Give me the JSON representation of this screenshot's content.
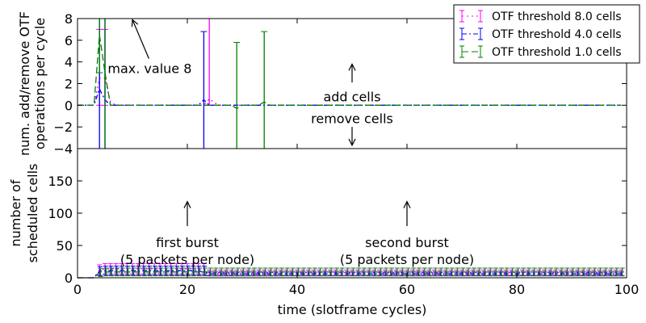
{
  "chart_data": [
    {
      "type": "line",
      "panel": "top",
      "ylabel_lines": [
        "num. add/remove OTF",
        "operations per cycle"
      ],
      "xlim": [
        0,
        100
      ],
      "ylim": [
        -4,
        8
      ],
      "yticks": [
        -4,
        -2,
        0,
        2,
        4,
        6,
        8
      ],
      "yticks_labels": [
        "−4",
        "−2",
        "0",
        "2",
        "4",
        "6",
        "8"
      ],
      "legend_position": "top-right",
      "series": [
        {
          "name": "OTF threshold 8.0 cells",
          "color": "#ff00ff",
          "x": [
            0,
            3,
            4,
            5,
            6,
            7,
            10,
            20,
            23,
            24,
            25,
            26,
            30,
            40,
            50,
            60,
            70,
            80,
            90,
            99
          ],
          "y": [
            0,
            0,
            2.5,
            2.5,
            0.3,
            0,
            0,
            0,
            0,
            0.6,
            0.2,
            0,
            0,
            0,
            0,
            0,
            0,
            0,
            0,
            0
          ],
          "err_low": [
            0,
            0,
            2.5,
            2.5,
            0,
            0,
            0,
            0,
            0,
            0.6,
            0,
            0,
            0,
            0,
            0,
            0,
            0,
            0,
            0,
            0
          ],
          "err_high": [
            0,
            0,
            4.5,
            4.5,
            0,
            0,
            0,
            0,
            0,
            7.4,
            0,
            0,
            0,
            0,
            0,
            0,
            0,
            0,
            0,
            0
          ]
        },
        {
          "name": "OTF threshold 4.0 cells",
          "color": "#0000ff",
          "x": [
            0,
            3,
            4,
            5,
            6,
            7,
            10,
            20,
            22,
            23,
            24,
            25,
            30,
            40,
            50,
            60,
            70,
            80,
            90,
            99
          ],
          "y": [
            0,
            0,
            1.5,
            0.5,
            0,
            0,
            0,
            0,
            0,
            0.5,
            0,
            0,
            0,
            0,
            0,
            0,
            0,
            0,
            0,
            0
          ],
          "err_low": [
            0,
            0,
            5.5,
            4.5,
            0,
            0,
            0,
            0,
            0,
            4.5,
            0,
            0,
            0,
            0,
            0,
            0,
            0,
            0,
            0,
            0
          ],
          "err_high": [
            0,
            0,
            6.5,
            7.5,
            0,
            0,
            0,
            0,
            0,
            6.3,
            0,
            0,
            0,
            0,
            0,
            0,
            0,
            0,
            0,
            0
          ]
        },
        {
          "name": "OTF threshold 1.0 cells",
          "color": "#008000",
          "x": [
            0,
            3,
            4,
            5,
            6,
            10,
            20,
            24,
            28,
            29,
            30,
            33,
            34,
            35,
            40,
            50,
            60,
            70,
            80,
            90,
            99
          ],
          "y": [
            0,
            0,
            6.5,
            3.0,
            0,
            0,
            0,
            0,
            0,
            -0.3,
            0,
            0,
            0.3,
            0,
            0,
            0,
            0,
            0,
            0,
            0,
            0
          ],
          "err_low": [
            0,
            0,
            3.5,
            7.0,
            0,
            0,
            0,
            0,
            0,
            3.7,
            0,
            0,
            4.3,
            0,
            0,
            0,
            0,
            0,
            0,
            0,
            0
          ],
          "err_high": [
            0,
            0,
            1.5,
            5.0,
            0,
            0,
            0,
            0,
            0,
            6.1,
            0,
            0,
            6.5,
            0,
            0,
            0,
            0,
            0,
            0,
            0,
            0
          ]
        }
      ],
      "annotations": [
        {
          "text": "max. value 8",
          "x": 5.5,
          "y": 3.4,
          "arrow_to_x": 10,
          "arrow_to_y": 7.9
        },
        {
          "text": "add cells",
          "x": 50,
          "y": 0.8,
          "arrow_to_x": 50,
          "arrow_to_y": 3.8,
          "arrow_from_y": 2.1
        },
        {
          "text": "remove cells",
          "x": 50,
          "y": -1.2,
          "arrow_to_x": 50,
          "arrow_to_y": -3.7,
          "arrow_from_y": -2.0
        }
      ]
    },
    {
      "type": "line",
      "panel": "bottom",
      "ylabel_lines": [
        "number of",
        "scheduled cells"
      ],
      "xlabel": "time (slotframe cycles)",
      "xlim": [
        0,
        100
      ],
      "ylim": [
        0,
        200
      ],
      "xticks": [
        0,
        20,
        40,
        60,
        80,
        100
      ],
      "yticks": [
        0,
        50,
        100,
        150
      ],
      "series": [
        {
          "name": "OTF threshold 8.0 cells",
          "color": "#ff00ff",
          "x": [
            0,
            3,
            4,
            5,
            6,
            8,
            10,
            12,
            14,
            16,
            18,
            20,
            22,
            24,
            26,
            28,
            30,
            35,
            40,
            50,
            60,
            70,
            80,
            90,
            99
          ],
          "y": [
            0,
            0,
            12,
            14,
            14,
            14,
            14,
            14,
            14,
            14,
            14,
            14,
            14,
            8,
            8,
            8,
            8,
            8,
            8,
            8,
            8,
            8,
            8,
            8,
            8
          ],
          "err": [
            0,
            0,
            8,
            8,
            8,
            8,
            8,
            8,
            8,
            8,
            8,
            8,
            8,
            4,
            4,
            4,
            4,
            4,
            4,
            4,
            4,
            4,
            4,
            4,
            4
          ]
        },
        {
          "name": "OTF threshold 4.0 cells",
          "color": "#0000ff",
          "x": [
            0,
            3,
            4,
            5,
            6,
            8,
            10,
            12,
            14,
            16,
            18,
            20,
            22,
            24,
            26,
            28,
            30,
            35,
            40,
            50,
            60,
            70,
            80,
            90,
            99
          ],
          "y": [
            0,
            0,
            10,
            11,
            11,
            11,
            11,
            11,
            11,
            11,
            11,
            11,
            11,
            6,
            6,
            6,
            6,
            6,
            6,
            6,
            6,
            6,
            6,
            6,
            6
          ],
          "err": [
            0,
            0,
            7,
            7,
            7,
            7,
            7,
            7,
            7,
            7,
            7,
            7,
            7,
            3,
            3,
            3,
            3,
            3,
            3,
            3,
            3,
            3,
            3,
            3,
            3
          ]
        },
        {
          "name": "OTF threshold 1.0 cells",
          "color": "#008000",
          "x": [
            0,
            3,
            4,
            5,
            6,
            8,
            10,
            12,
            14,
            16,
            18,
            20,
            22,
            24,
            26,
            28,
            30,
            35,
            40,
            50,
            60,
            70,
            80,
            90,
            99
          ],
          "y": [
            0,
            0,
            8,
            9,
            9,
            9,
            9,
            9,
            9,
            9,
            9,
            9,
            9,
            9,
            9,
            9,
            9,
            9,
            9,
            9,
            9,
            9,
            9,
            9,
            9
          ],
          "err": [
            0,
            0,
            6,
            6,
            6,
            6,
            6,
            6,
            6,
            6,
            6,
            6,
            6,
            6,
            6,
            6,
            6,
            6,
            6,
            6,
            6,
            6,
            6,
            6,
            6
          ]
        }
      ],
      "annotations": [
        {
          "lines": [
            "first burst",
            "(5 packets per node)"
          ],
          "x": 20,
          "y": 55,
          "arrow_to_x": 20,
          "arrow_to_y": 118,
          "arrow_from_y": 80
        },
        {
          "lines": [
            "second burst",
            "(5 packets per node)"
          ],
          "x": 60,
          "y": 55,
          "arrow_to_x": 60,
          "arrow_to_y": 118,
          "arrow_from_y": 80
        }
      ]
    }
  ],
  "legend": {
    "items": [
      {
        "label": "OTF threshold 8.0 cells",
        "color": "#ff00ff",
        "dash": "2,4"
      },
      {
        "label": "OTF threshold 4.0 cells",
        "color": "#0000ff",
        "dash": "6,3,2,3"
      },
      {
        "label": "OTF threshold 1.0 cells",
        "color": "#008000",
        "dash": "8,4"
      }
    ]
  }
}
